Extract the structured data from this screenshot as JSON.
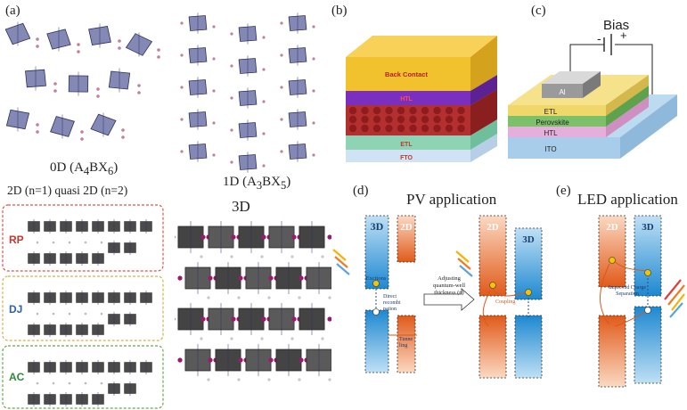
{
  "panels": {
    "a": {
      "label": "(a)",
      "zero_d_caption": "0D (A4BX6)",
      "one_d_caption": "1D (A3BX5)",
      "two_d_header": "2D (n=1) quasi 2D (n=2)",
      "three_d_caption": "3D",
      "phases": [
        "RP",
        "DJ",
        "AC"
      ]
    },
    "b": {
      "label": "(b)",
      "layers": [
        "Back Contact",
        "HTL",
        "ETL",
        "FTO"
      ]
    },
    "c": {
      "label": "(c)",
      "bias_label": "Bias",
      "minus": "-",
      "plus": "+",
      "layers": [
        "Al",
        "ETL",
        "Perovskite",
        "HTL",
        "ITO"
      ]
    },
    "d": {
      "label": "(d)",
      "title": "PV application",
      "box_3d": "3D",
      "box_2d": "2D",
      "excitons": "Excitons",
      "direct_recomb": "Direct recombi nation",
      "adjusting": "Adjusting quantum-well thickness (n)",
      "coupling": "Coupling",
      "tunneling": "Tunne ling"
    },
    "e": {
      "label": "(e)",
      "title": "LED application",
      "box_2d": "2D",
      "box_3d": "3D",
      "separation": "Improved Charge Separation"
    }
  },
  "colors": {
    "octahedron": "#6e73a8",
    "dark_octa": "#4a4a4a",
    "rp_border": "#d9534f",
    "dj_border": "#d4b24a",
    "ac_border": "#6aa84f",
    "box_blue": "#4fa3d8",
    "box_orange": "#e8763a",
    "back_contact": "#f2c12e",
    "htl": "#7b2fbe",
    "absorber": "#b23030",
    "etl": "#8fd3b5",
    "fto": "#cfe3f5"
  }
}
